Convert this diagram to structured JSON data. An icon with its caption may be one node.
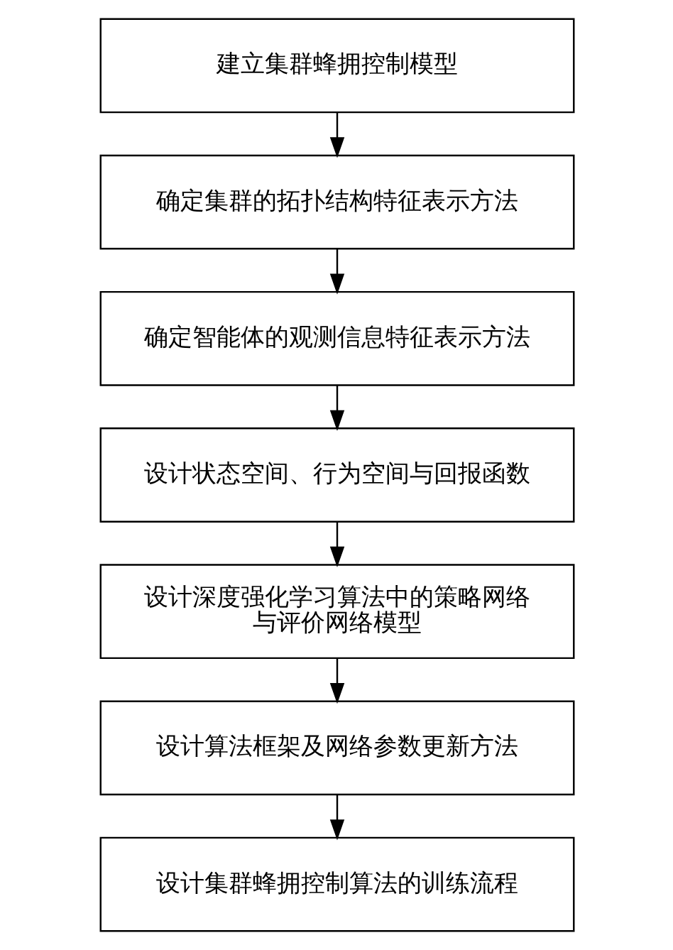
{
  "diagram": {
    "nodes": [
      {
        "text": [
          "建立集群蜂拥控制模型"
        ]
      },
      {
        "text": [
          "确定集群的拓扑结构特征表示方法"
        ]
      },
      {
        "text": [
          "确定智能体的观测信息特征表示方法"
        ]
      },
      {
        "text": [
          "设计状态空间、行为空间与回报函数"
        ]
      },
      {
        "text": [
          "设计深度强化学习算法中的策略网络与评价网络模型"
        ]
      },
      {
        "text": [
          "设计算法框架及网络参数更新方法"
        ]
      },
      {
        "text": [
          "设计集群蜂拥控制算法的训练流程"
        ]
      }
    ],
    "edges": [
      {
        "from": 0,
        "to": 1,
        "arrow": "to"
      },
      {
        "from": 1,
        "to": 2,
        "arrow": "to"
      },
      {
        "from": 2,
        "to": 3,
        "arrow": "to"
      },
      {
        "from": 3,
        "to": 4,
        "arrow": "to"
      },
      {
        "from": 4,
        "to": 5,
        "arrow": "to"
      },
      {
        "from": 5,
        "to": 6,
        "arrow": "to"
      }
    ]
  }
}
